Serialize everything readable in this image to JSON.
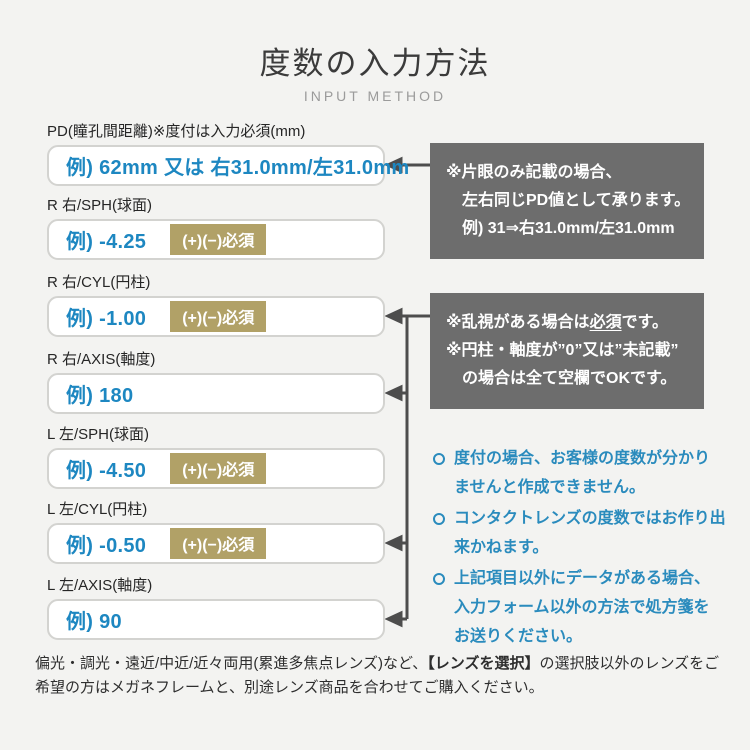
{
  "header": {
    "title": "度数の入力方法",
    "subtitle": "INPUT METHOD"
  },
  "fields": [
    {
      "label": "PD(瞳孔間距離)※度付は入力必須(mm)",
      "example": "例) 62mm 又は 右31.0mm/左31.0mm"
    },
    {
      "label": "R 右/SPH(球面)",
      "example": "例) -4.25",
      "badge": "(+)(−)必須"
    },
    {
      "label": "R 右/CYL(円柱)",
      "example": "例) -1.00",
      "badge": "(+)(−)必須"
    },
    {
      "label": "R 右/AXIS(軸度)",
      "example": "例) 180"
    },
    {
      "label": "L 左/SPH(球面)",
      "example": "例) -4.50",
      "badge": "(+)(−)必須"
    },
    {
      "label": "L 左/CYL(円柱)",
      "example": "例) -0.50",
      "badge": "(+)(−)必須"
    },
    {
      "label": "L 左/AXIS(軸度)",
      "example": "例) 90"
    }
  ],
  "callouts": {
    "pd_note": {
      "line1": "※片眼のみ記載の場合、",
      "line2": "左右同じPD値として承ります。",
      "line3": "例) 31⇒右31.0mm/左31.0mm"
    },
    "cyl_note": {
      "line1_pre": "※乱視がある場合は",
      "line1_em": "必須",
      "line1_post": "です。",
      "line2": "※円柱・軸度が”0”又は”未記載”",
      "line3": "の場合は全て空欄でOKです。"
    }
  },
  "notes": [
    {
      "text": "度付の場合、お客様の度数が分かり\nませんと作成できません。"
    },
    {
      "text": "コンタクトレンズの度数ではお作り出\n来かねます。"
    },
    {
      "text": "上記項目以外にデータがある場合、\n入力フォーム以外の方法で処方箋を\nお送りください。"
    }
  ],
  "footer": {
    "pre": "偏光・調光・遠近/中近/近々両用(累進多焦点レンズ)など、",
    "em": "【レンズを選択】",
    "post": "の選択肢以外のレンズをご希望の方はメガネフレームと、別途レンズ商品を合わせてご購入ください。"
  },
  "colors": {
    "background": "#f3f3f1",
    "accent_blue": "#1d87c1",
    "note_blue": "#2a8bbd",
    "badge_tan": "#b1a167",
    "callout_gray": "#6d6d6d",
    "arrow_gray": "#4d4d4d"
  }
}
